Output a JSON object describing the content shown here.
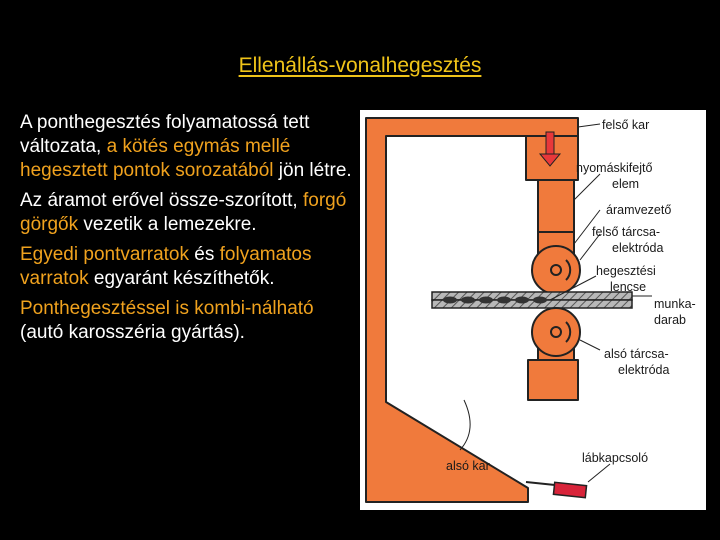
{
  "title": "Ellenállás-vonalhegesztés",
  "paragraphs": {
    "p1": {
      "a": "A ponthegesztés folyamatossá tett változata, ",
      "b": "a kötés egymás mellé hegesztett pontok sorozatából",
      "c": " jön létre."
    },
    "p2": {
      "a": "Az áramot erővel össze-szorított, ",
      "b": "forgó görgők",
      "c": " vezetik a lemezekre."
    },
    "p3": {
      "a": "Egyedi pontvarratok",
      "b": " és ",
      "c": "folyamatos varratok",
      "d": " egyaránt készíthetők."
    },
    "p4": {
      "a": "Ponthegesztéssel is kombi-nálható",
      "b": " (autó karosszéria gyártás)."
    }
  },
  "colors": {
    "title": "#f0c419",
    "text": "#ffffff",
    "highlight": "#f0a21e",
    "machine": "#f07a3c",
    "figure_bg": "#ffffff",
    "arrow": "#e8383a",
    "pedal": "#d8243a"
  },
  "diagram": {
    "labels": {
      "upper_arm": "felső kar",
      "pressure_1": "nyomáskifejtő",
      "pressure_2": "elem",
      "conductor": "áramvezető",
      "upper_disc_1": "felső tárcsa-",
      "upper_disc_2": "elektróda",
      "lens_1": "hegesztési",
      "lens_2": "lencse",
      "workpiece_1": "munka-",
      "workpiece_2": "darab",
      "lower_disc_1": "alsó tárcsa-",
      "lower_disc_2": "elektróda",
      "lower_arm": "alsó kar",
      "foot_switch": "lábkapcsoló"
    }
  }
}
